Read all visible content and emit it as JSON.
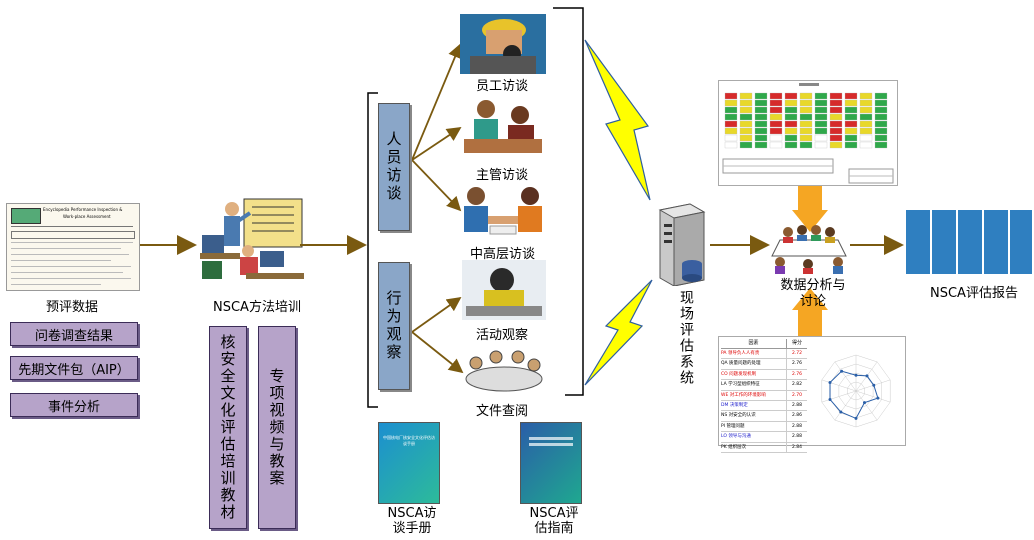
{
  "left": {
    "preliminary_label": "预评数据",
    "doc_title_line1": "Encyclopedia Performance Inspection &",
    "doc_title_line2": "Work-place Assessment",
    "items": [
      "问卷调查结果",
      "先期文件包（AIP）",
      "事件分析"
    ]
  },
  "training": {
    "label": "NSCA方法培训",
    "materials": [
      "核安全文化评估培训教材",
      "专项视频与教案"
    ]
  },
  "groups": {
    "personnel": "人员访谈",
    "behavior": "行为观察"
  },
  "activities": [
    "员工访谈",
    "主管访谈",
    "中高层访谈",
    "活动观察",
    "文件查阅"
  ],
  "manuals": {
    "interview_handbook": "NSCA访谈手册",
    "assessment_guide": "NSCA评估指南",
    "book_title": "中国核电厂核安全文化评估访谈手册"
  },
  "onsite_system": "现场评估系统",
  "analysis_label": "数据分析与讨论",
  "report_label": "NSCA评估报告",
  "score_table": {
    "headers": [
      "因素",
      "得分"
    ],
    "rows": [
      [
        "PA 领导负人人有责",
        "2.72"
      ],
      [
        "QA 质量问题的处理",
        "2.76"
      ],
      [
        "CO 问题发现机制",
        "2.76"
      ],
      [
        "LA 学习型组织特征",
        "2.82"
      ],
      [
        "WE 对工作的环境影响",
        "2.70"
      ],
      [
        "DM 决策制定",
        "2.88"
      ],
      [
        "NS 对安全的认识",
        "2.86"
      ],
      [
        "PI 管理问题",
        "2.88"
      ],
      [
        "LO 领导与沟通",
        "2.88"
      ],
      [
        "PK 组织层次",
        "2.84"
      ]
    ]
  },
  "colors": {
    "arrow": "#7a5a10",
    "purple_box": "#b6a3c9",
    "blue_box": "#8aa6c8",
    "lightning": "#ffff00",
    "orange_arrow": "#f5a623",
    "report_blue": "#2f7fc0"
  }
}
